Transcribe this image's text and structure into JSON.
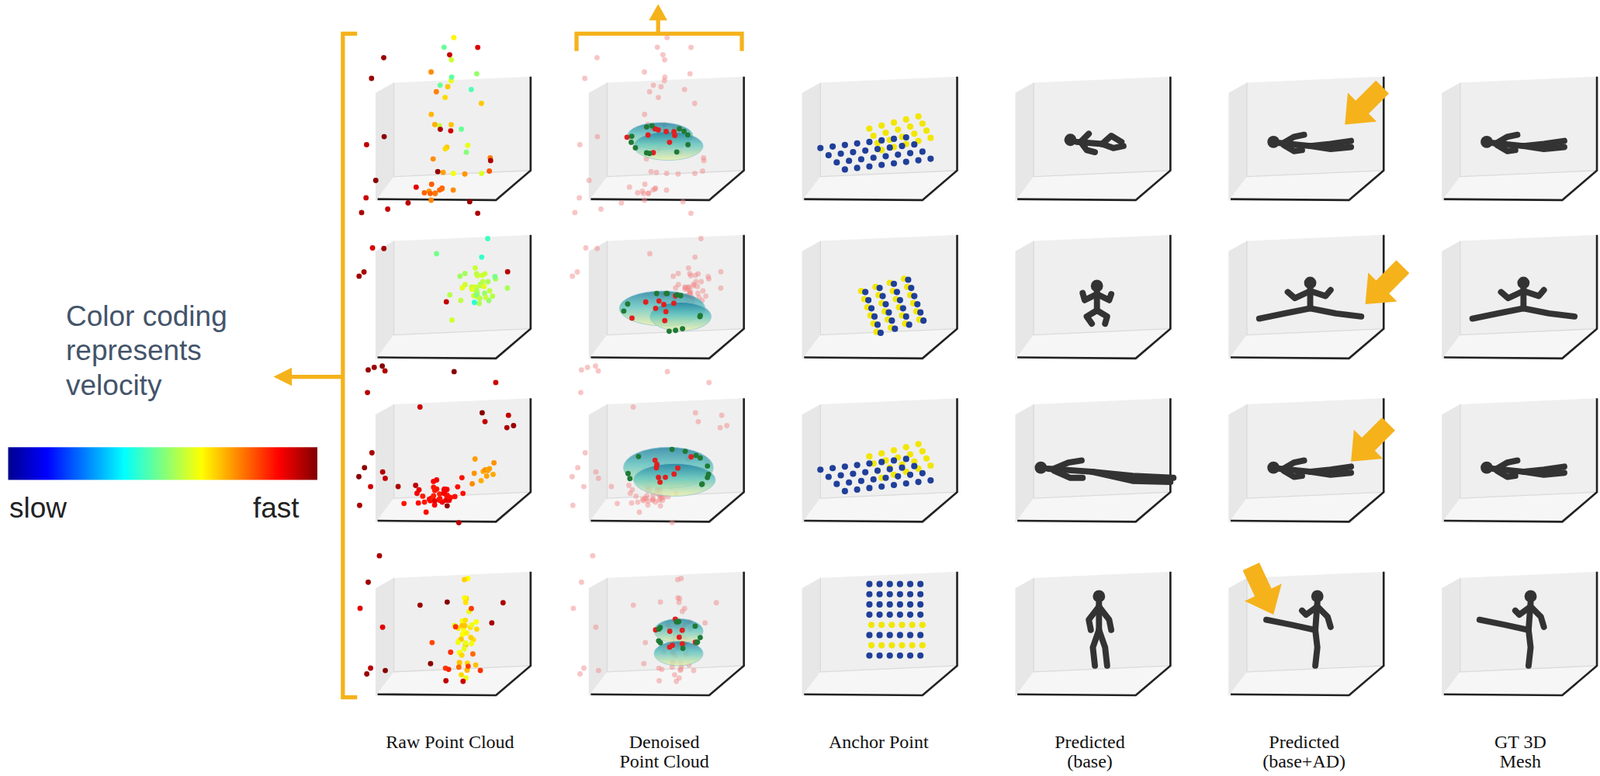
{
  "diagram": {
    "labels": [
      "Color coding represents velocity",
      "slow",
      "fast",
      "Raw Point Cloud",
      "Denoised Point Cloud",
      "Anchor Point",
      "Predicted (base)",
      "Predicted (base+AD)",
      "GT 3D Mesh"
    ]
  }
}
